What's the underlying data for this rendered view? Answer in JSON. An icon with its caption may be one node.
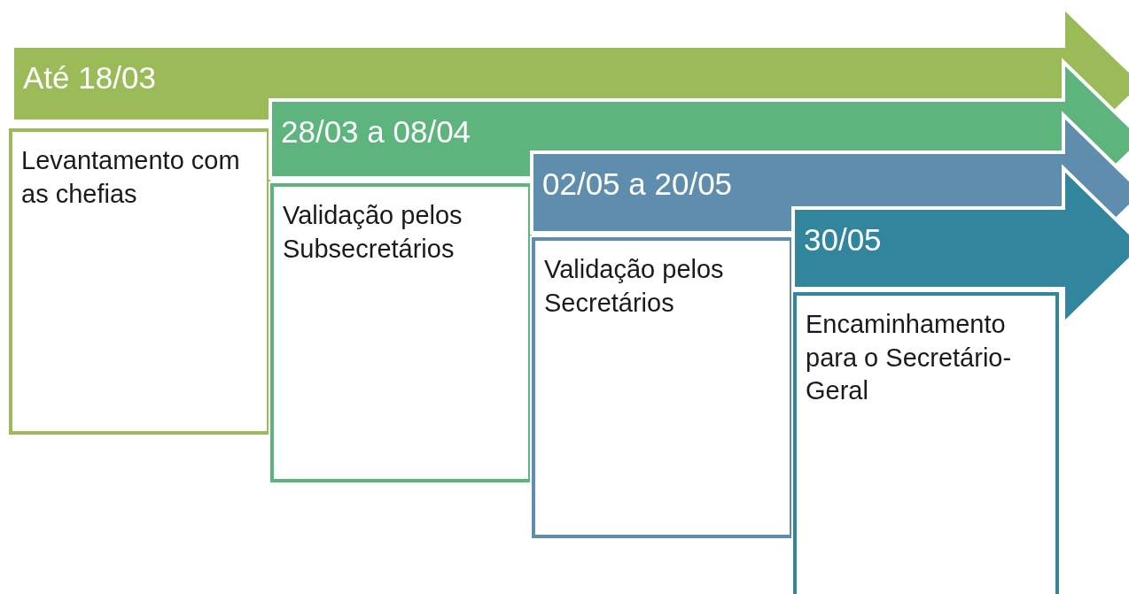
{
  "diagram": {
    "nodes": [
      {
        "text": [
          "Até 18/03"
        ]
      },
      {
        "text": [
          "Levantamento com as chefias"
        ]
      },
      {
        "text": [
          "28/03 a 08/04"
        ]
      },
      {
        "text": [
          "Validação pelos Subsecretários"
        ]
      },
      {
        "text": [
          "02/05 a 20/05"
        ]
      },
      {
        "text": [
          "Validação pelos Secretários"
        ]
      },
      {
        "text": [
          "30/05"
        ]
      },
      {
        "text": [
          "Encaminhamento para o Secretário-Geral"
        ]
      }
    ]
  }
}
